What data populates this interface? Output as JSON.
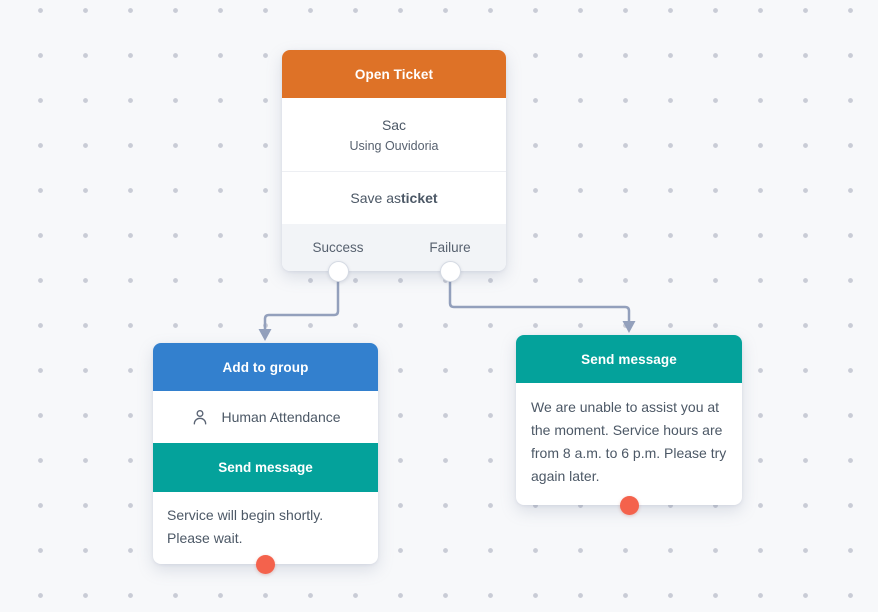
{
  "canvas": {
    "background_color": "#F7F8FA",
    "dot_color": "#C9CCD6"
  },
  "colors": {
    "orange": "#DE7227",
    "blue": "#3380CE",
    "teal": "#04A29B",
    "red_port": "#F4624C",
    "connection": "#93A0BC",
    "footer_bg": "#F2F4F7"
  },
  "nodes": {
    "open_ticket": {
      "header": "Open Ticket",
      "title": "Sac",
      "subtitle": "Using Ouvidoria",
      "action_prefix": "Save as ",
      "action_emphasis": "ticket",
      "outputs": [
        {
          "label": "Success"
        },
        {
          "label": "Failure"
        }
      ]
    },
    "add_to_group": {
      "header": "Add to group",
      "row": {
        "icon": "person-icon",
        "label": "Human Attendance"
      },
      "subheader": "Send message",
      "message": "Service will begin shortly. Please wait."
    },
    "send_message_failure": {
      "header": "Send message",
      "message": "We are unable to assist you at the moment. Service hours are from 8 a.m. to 6 p.m. Please try again later."
    }
  },
  "connections": [
    {
      "from": "open-ticket-success-port",
      "to": "add-to-group-node"
    },
    {
      "from": "open-ticket-failure-port",
      "to": "send-message-failure-node"
    }
  ]
}
